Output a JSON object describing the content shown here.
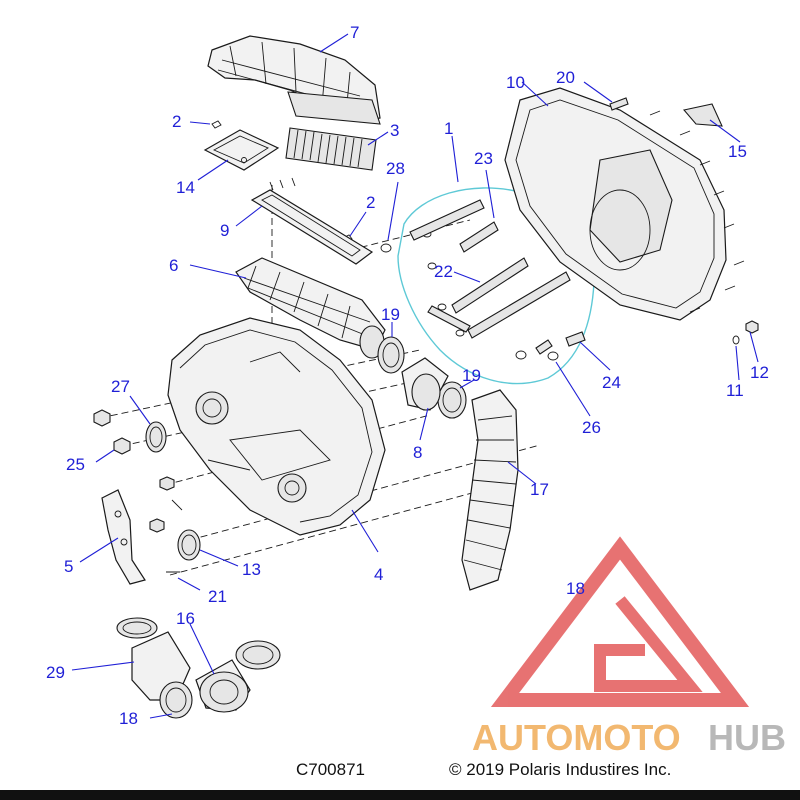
{
  "diagram": {
    "part_labels": [
      "1",
      "2",
      "2",
      "3",
      "4",
      "5",
      "6",
      "7",
      "8",
      "9",
      "10",
      "11",
      "12",
      "13",
      "14",
      "15",
      "16",
      "17",
      "18",
      "18",
      "19",
      "19",
      "20",
      "21",
      "22",
      "23",
      "24",
      "25",
      "26",
      "27",
      "28",
      "29"
    ],
    "figure_code": "C700871",
    "copyright": "© 2019 Polaris Industires Inc."
  },
  "watermark": {
    "brand_a": "AUTOMOTO",
    "brand_b": "HUB",
    "color_a": "#f2b870",
    "color_b": "#b8b8b8",
    "logo_color": "#e35a5a"
  },
  "colors": {
    "label": "#1f1fd6",
    "gasket": "#5ec9d6",
    "line": "#1a1a1a"
  }
}
